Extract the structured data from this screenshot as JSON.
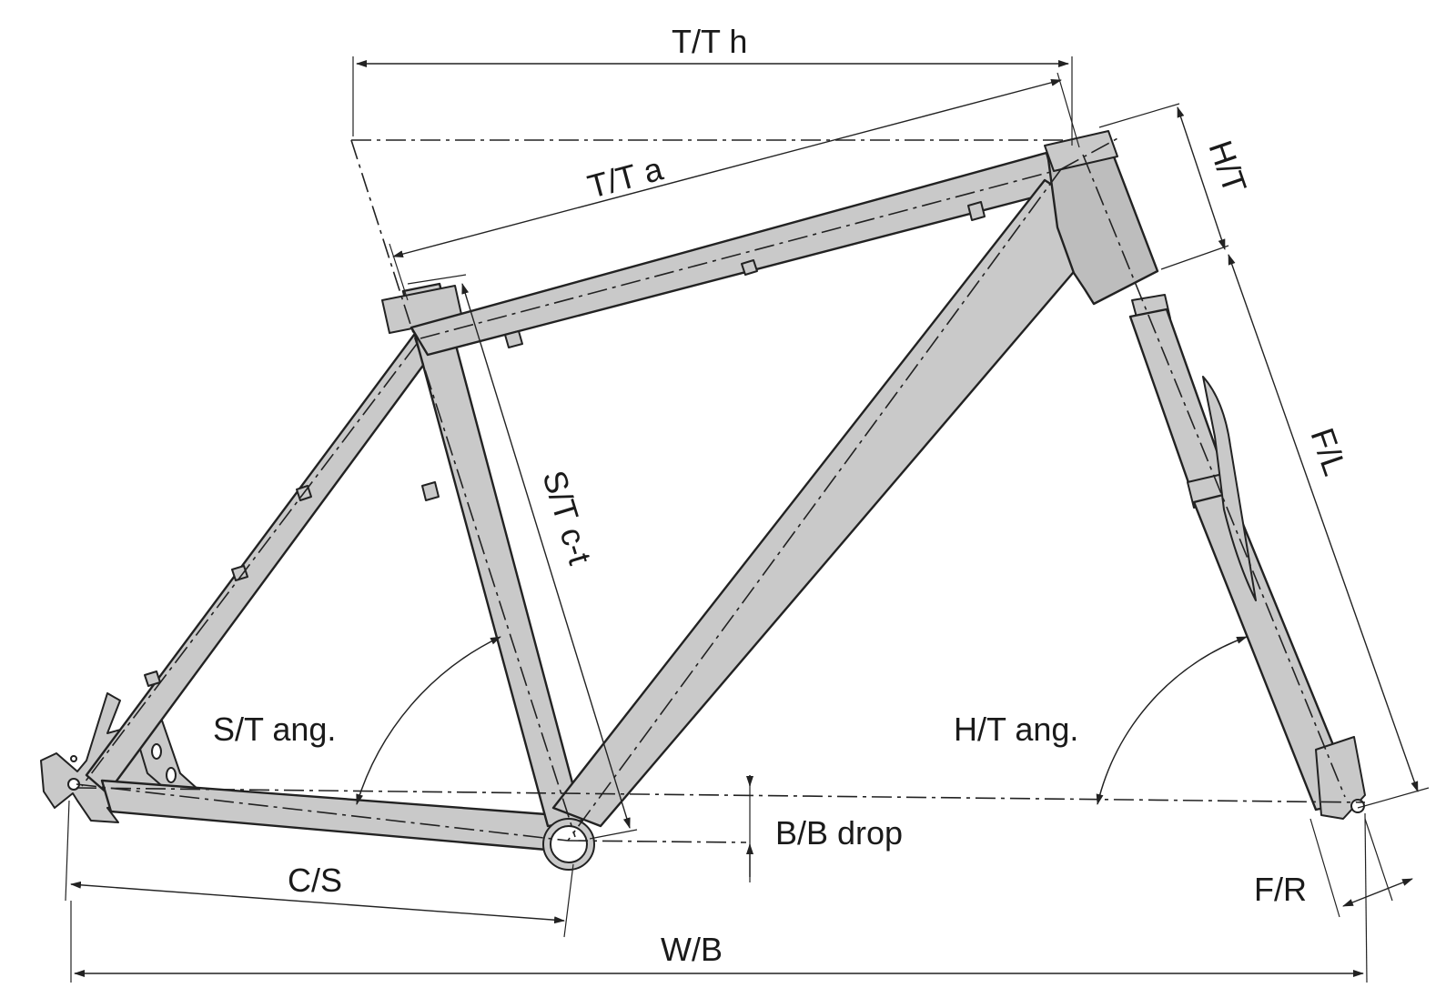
{
  "labels": {
    "top_tube_horizontal": "T/T h",
    "top_tube_actual": "T/T a",
    "head_tube": "H/T",
    "fork_length": "F/L",
    "seat_tube_ct": "S/T c-t",
    "seat_tube_angle": "S/T ang.",
    "head_tube_angle": "H/T ang.",
    "bb_drop": "B/B drop",
    "chainstay": "C/S",
    "wheelbase": "W/B",
    "fork_rake": "F/R"
  },
  "colors": {
    "tube_fill": "#c9c9c9",
    "line": "#222222",
    "background": "#ffffff"
  }
}
